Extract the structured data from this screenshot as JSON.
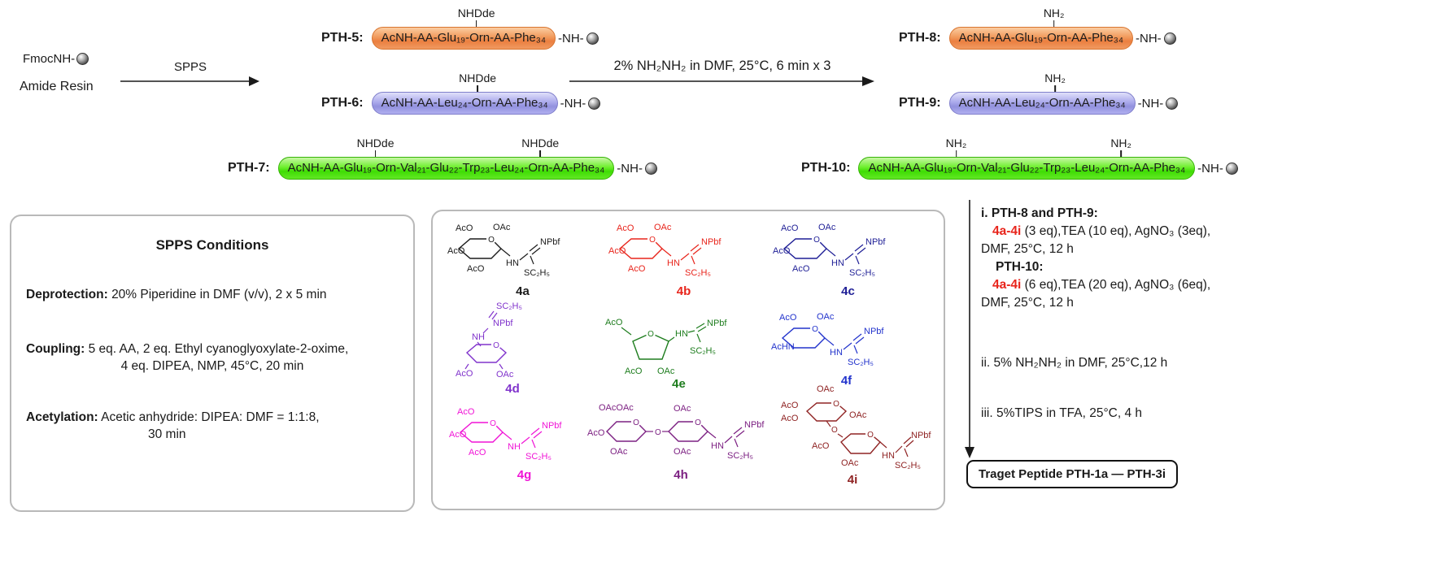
{
  "scheme": {
    "resin_label": "FmocNH-",
    "resin_name": "Amide Resin",
    "spps_arrow_label": "SPPS",
    "hydrazine_arrow_label": "2% NH₂NH₂ in DMF, 25°C, 6 min x 3"
  },
  "peptides": [
    {
      "id": "PTH-5:",
      "seq": "AcNH-AA-Glu₁₉-Orn-AA-Phe₃₄",
      "suffix": "-NH-",
      "tags": [
        "NHDde"
      ]
    },
    {
      "id": "PTH-6:",
      "seq": "AcNH-AA-Leu₂₄-Orn-AA-Phe₃₄",
      "suffix": "-NH-",
      "tags": [
        "NHDde"
      ]
    },
    {
      "id": "PTH-7:",
      "seq": "AcNH-AA-Glu₁₉-Orn-Val₂₁-Glu₂₂-Trp₂₃-Leu₂₄-Orn-AA-Phe₃₄",
      "suffix": "-NH-",
      "tags": [
        "NHDde",
        "NHDde"
      ]
    },
    {
      "id": "PTH-8:",
      "seq": "AcNH-AA-Glu₁₉-Orn-AA-Phe₃₄",
      "suffix": "-NH-",
      "tags": [
        "NH₂"
      ]
    },
    {
      "id": "PTH-9:",
      "seq": "AcNH-AA-Leu₂₄-Orn-AA-Phe₃₄",
      "suffix": "-NH-",
      "tags": [
        "NH₂"
      ]
    },
    {
      "id": "PTH-10:",
      "seq": "AcNH-AA-Glu₁₉-Orn-Val₂₁-Glu₂₂-Trp₂₃-Leu₂₄-Orn-AA-Phe₃₄",
      "suffix": "-NH-",
      "tags": [
        "NH₂",
        "NH₂"
      ]
    }
  ],
  "spps_conditions": {
    "title": "SPPS Conditions",
    "deprotection_label": "Deprotection:",
    "deprotection_text": "20% Piperidine in DMF (v/v), 2 x 5 min",
    "coupling_label": "Coupling:",
    "coupling_text": "5 eq. AA, 2 eq. Ethyl cyanoglyoxylate-2-oxime,",
    "coupling_text2": "4 eq. DIPEA, NMP, 45°C, 20 min",
    "acetylation_label": "Acetylation:",
    "acetylation_text": "Acetic anhydride: DIPEA: DMF = 1:1:8,",
    "acetylation_text2": "30 min"
  },
  "glyphs": {
    "ring_o": "O"
  },
  "sugars": [
    {
      "label": "4a",
      "color": "#1c1c1c",
      "tl": "AcO",
      "t": "OAc",
      "l": "AcO",
      "b": "AcO",
      "linker": "HN",
      "g1": "NPbf",
      "g2": "SC₂H₅"
    },
    {
      "label": "4b",
      "color": "#e8251c",
      "tl": "AcO",
      "t": "OAc",
      "l": "AcO",
      "b": "AcO",
      "linker": "HN",
      "g1": "NPbf",
      "g2": "SC₂H₅"
    },
    {
      "label": "4c",
      "color": "#1f1f96",
      "tl": "AcO",
      "t": "OAc",
      "l": "AcO",
      "b": "AcO",
      "linker": "HN",
      "g1": "NPbf",
      "g2": "SC₂H₅"
    },
    {
      "label": "4d",
      "color": "#8033cc",
      "l": "AcO",
      "b": "OAc",
      "linker": "NH",
      "g1": "NPbf",
      "g2": "SC₂H₅"
    },
    {
      "label": "4e",
      "color": "#1e7d1e",
      "tl": "AcO",
      "bl": "AcO",
      "br": "OAc",
      "linker": "HN",
      "g1": "NPbf",
      "g2": "SC₂H₅"
    },
    {
      "label": "4f",
      "color": "#2233cc",
      "tl": "AcO",
      "t": "OAc",
      "l": "AcHN",
      "b": "",
      "linker": "HN",
      "g1": "NPbf",
      "g2": "SC₂H₅"
    },
    {
      "label": "4g",
      "color": "#f014d6",
      "tl": "AcO",
      "t": "",
      "l": "AcO",
      "b": "AcO",
      "linker": "NH",
      "g1": "NPbf",
      "g2": "SC₂H₅"
    },
    {
      "label": "4h",
      "color": "#7c2082",
      "t1": "OAcOAc",
      "l": "AcO",
      "b1": "OAc",
      "t2": "OAc",
      "b2": "OAc",
      "linker": "HN",
      "g1": "NPbf",
      "g2": "SC₂H₅"
    },
    {
      "label": "4i",
      "color": "#8f2323",
      "t": "OAc",
      "tl": "AcO",
      "l": "AcO",
      "m": "OAc",
      "bl": "AcO",
      "b": "OAc",
      "linker": "HN",
      "g1": "NPbf",
      "g2": "SC₂H₅"
    }
  ],
  "steps": {
    "i_head": "i. PTH-8 and PTH-9:",
    "i_bold": "4a-4i",
    "i_rest": " (3 eq),TEA (10 eq), AgNO₃ (3eq),",
    "i_line2": "DMF, 25°C, 12 h",
    "i_sub_head": "PTH-10:",
    "i_sub_bold": "4a-4i",
    "i_sub_rest": " (6 eq),TEA (20 eq), AgNO₃ (6eq),",
    "i_sub_line2": "DMF, 25°C, 12 h",
    "ii": "ii. 5% NH₂NH₂ in DMF, 25°C,12 h",
    "iii": "iii. 5%TIPS in TFA, 25°C, 4 h"
  },
  "target_label": "Traget Peptide PTH-1a — PTH-3i",
  "colors": {
    "pth_orange": "#ee8a4c",
    "pth_blue": "#9b9ae4",
    "pth_green": "#4cdf12",
    "accent_red": "#e8251c",
    "panel_border": "#b9b9b9",
    "resin_gray": "#8a8a8a"
  }
}
